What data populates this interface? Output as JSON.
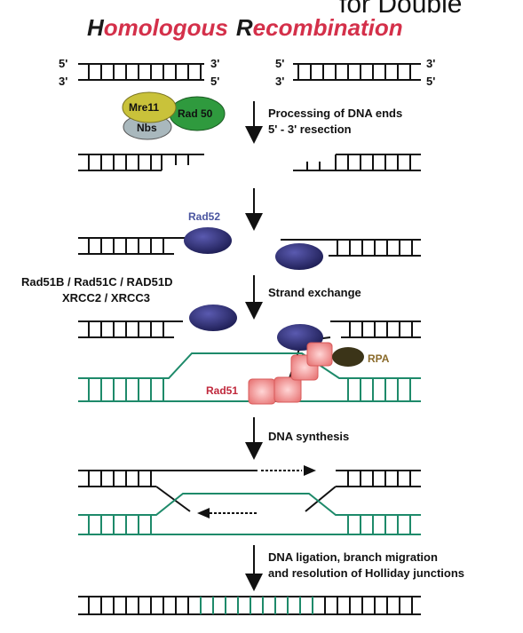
{
  "header": {
    "cut_text": "for Double",
    "title_part1_first": "H",
    "title_part1_rest": "omologous",
    "title_part2_first": "R",
    "title_part2_rest": "ecombination"
  },
  "end_labels": {
    "five_prime": "5'",
    "three_prime": "3'"
  },
  "proteins": {
    "mre11": "Mre11",
    "rad50": "Rad 50",
    "nbs": "Nbs",
    "rad52": "Rad52",
    "rpa": "RPA",
    "rad51": "Rad51"
  },
  "mediators": {
    "line1": "Rad51B / Rad51C / RAD51D",
    "line2": "XRCC2 / XRCC3"
  },
  "steps": {
    "resection_line1": "Processing of DNA ends",
    "resection_line2": "5' - 3' resection",
    "strand_exchange": "Strand exchange",
    "synthesis": "DNA synthesis",
    "ligation_line1": "DNA ligation, branch migration",
    "ligation_line2": "and resolution of Holliday junctions"
  },
  "colors": {
    "title_accent": "#d4304a",
    "title_dark": "#1a1a1a",
    "dna_black": "#111111",
    "dna_green": "#1e8a6a",
    "mre11": "#c9c23a",
    "rad50": "#2f9a3e",
    "nbs": "#a9b8bd",
    "rad52": "#2a2a6e",
    "rad52_label": "#4a55a0",
    "rpa": "#3b3418",
    "rpa_label": "#8a6a2a",
    "rad51": "#f08c8c",
    "rad51_label": "#c0283c"
  }
}
